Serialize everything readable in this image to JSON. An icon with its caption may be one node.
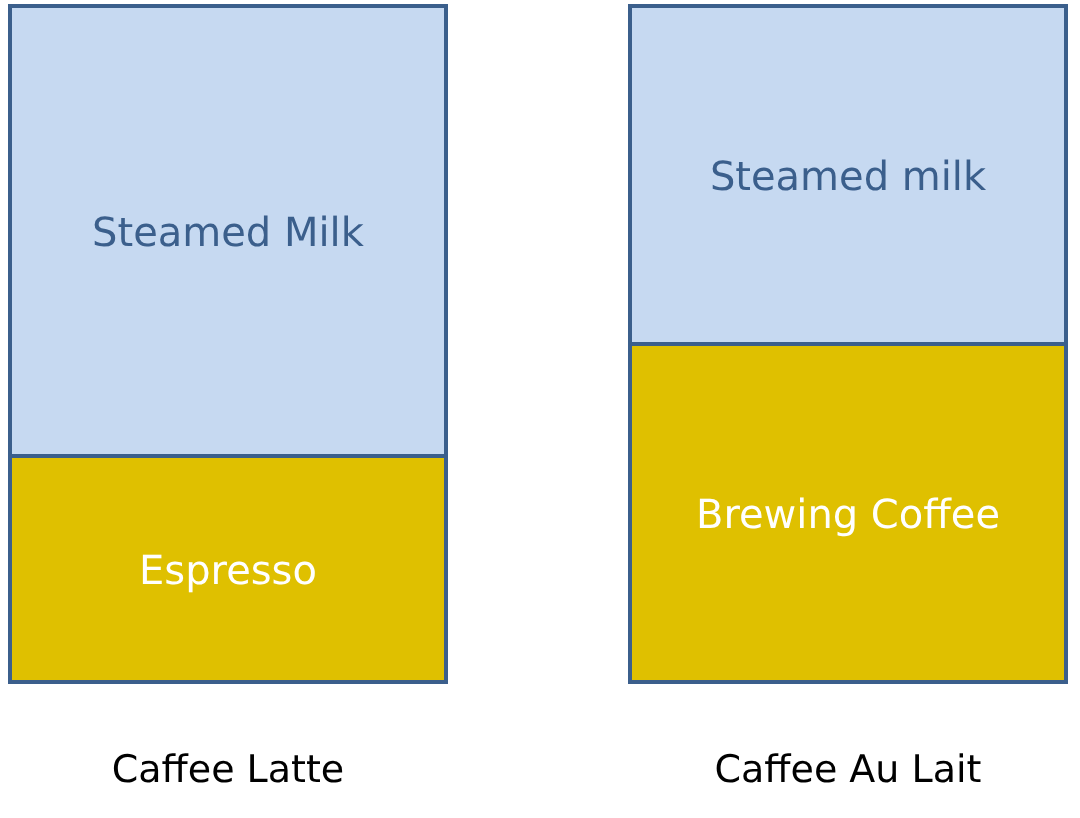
{
  "diagram": {
    "nodes": [
      {
        "text": [
          "Caffee Latte"
        ]
      },
      {
        "text": [
          "Steamed Milk"
        ],
        "in": 0
      },
      {
        "text": [
          "Espresso"
        ],
        "in": 0
      },
      {
        "text": [
          "Caffee Au Lait"
        ]
      },
      {
        "text": [
          "Steamed milk"
        ],
        "in": 3
      },
      {
        "text": [
          "Brewing Coffee"
        ],
        "in": 3
      }
    ]
  }
}
